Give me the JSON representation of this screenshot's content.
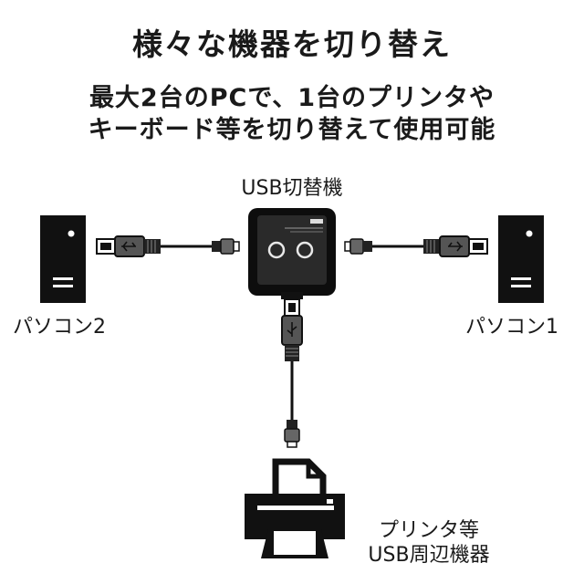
{
  "heading": "様々な機器を切り替え",
  "description": [
    "最大2台のPCで、1台のプリンタや",
    "キーボード等を切り替えて使用可能"
  ],
  "labels": {
    "switch": "USB切替機",
    "pc2": "パソコン2",
    "pc1": "パソコン1",
    "peripheral": [
      "プリンタ等",
      "USB周辺機器"
    ]
  },
  "colors": {
    "ink": "#1a1a1a",
    "background": "#ffffff"
  },
  "icons": [
    "pc-tower-icon",
    "usb-switch-icon",
    "usb-a-plug-icon",
    "usb-mini-plug-icon",
    "printer-icon"
  ]
}
